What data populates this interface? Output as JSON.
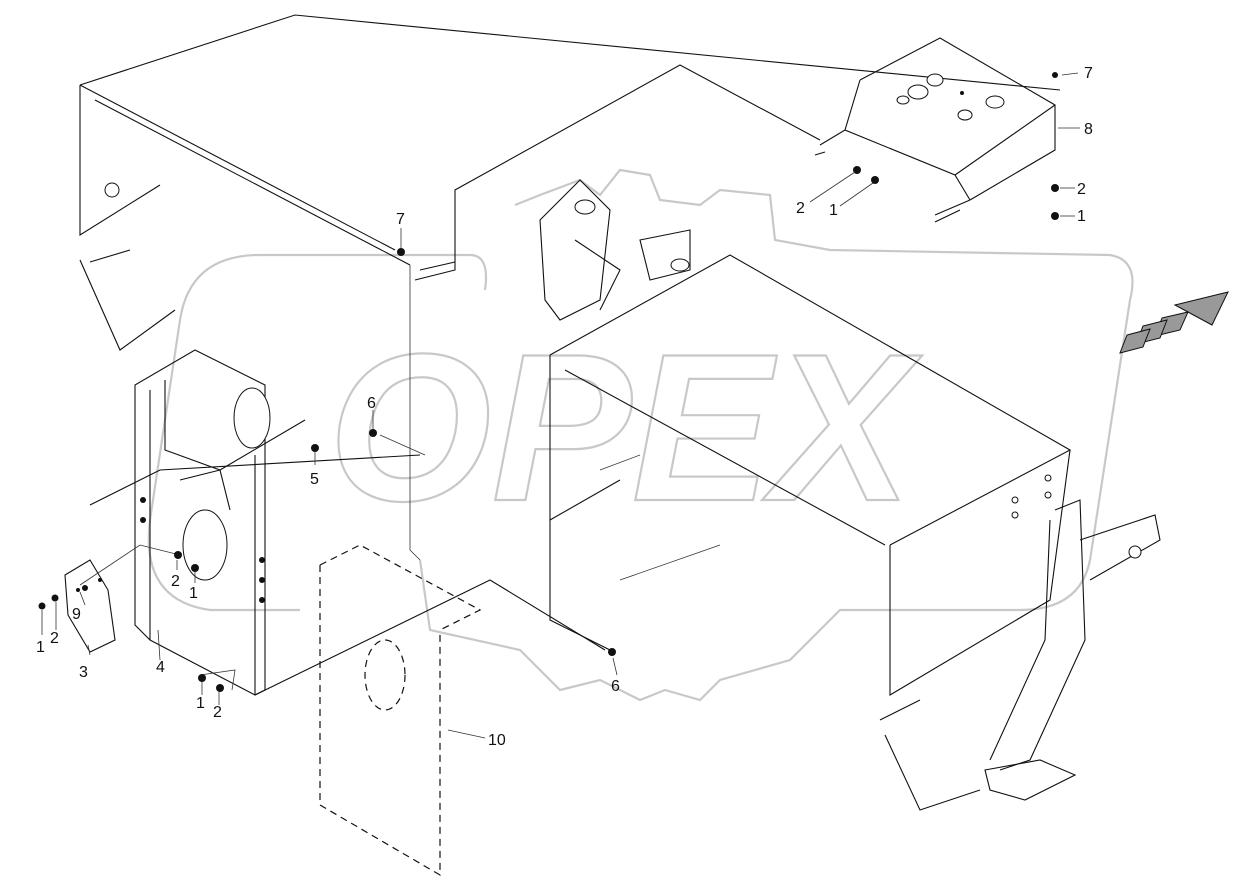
{
  "diagram": {
    "watermark": "OPEX",
    "corner_code": "",
    "callouts": [
      {
        "id": "c7-top",
        "text": "7"
      },
      {
        "id": "c8",
        "text": "8"
      },
      {
        "id": "c2-right",
        "text": "2"
      },
      {
        "id": "c1-right",
        "text": "1"
      },
      {
        "id": "c2-cover",
        "text": "2"
      },
      {
        "id": "c1-cover",
        "text": "1"
      },
      {
        "id": "c7-left",
        "text": "7"
      },
      {
        "id": "c6-mid",
        "text": "6"
      },
      {
        "id": "c5",
        "text": "5"
      },
      {
        "id": "c2-bracket",
        "text": "2"
      },
      {
        "id": "c1-bracket",
        "text": "1"
      },
      {
        "id": "c9",
        "text": "9"
      },
      {
        "id": "c1-far",
        "text": "1"
      },
      {
        "id": "c2-far",
        "text": "2"
      },
      {
        "id": "c3",
        "text": "3"
      },
      {
        "id": "c4",
        "text": "4"
      },
      {
        "id": "c1-low",
        "text": "1"
      },
      {
        "id": "c2-low",
        "text": "2"
      },
      {
        "id": "c6-low",
        "text": "6"
      },
      {
        "id": "c10",
        "text": "10"
      }
    ]
  }
}
